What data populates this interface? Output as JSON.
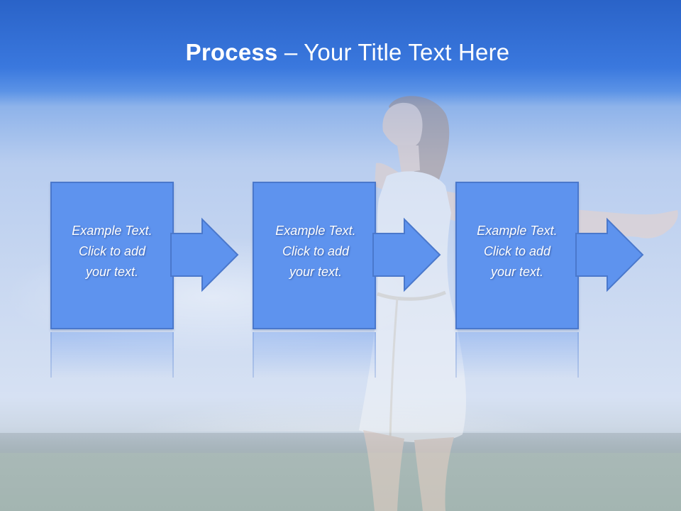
{
  "slide": {
    "title_bold": "Process",
    "title_rest": " – Your Title Text Here"
  },
  "steps": [
    {
      "line1": "Example Text.",
      "line2": "Click  to add",
      "line3": "your text."
    },
    {
      "line1": "Example Text.",
      "line2": "Click  to add",
      "line3": "your text."
    },
    {
      "line1": "Example Text.",
      "line2": "Click  to add",
      "line3": "your text."
    }
  ],
  "colors": {
    "header_blue": "#2a63c8",
    "box_fill": "#5e93ee",
    "box_border": "#4a78cc",
    "text": "#ffffff"
  }
}
